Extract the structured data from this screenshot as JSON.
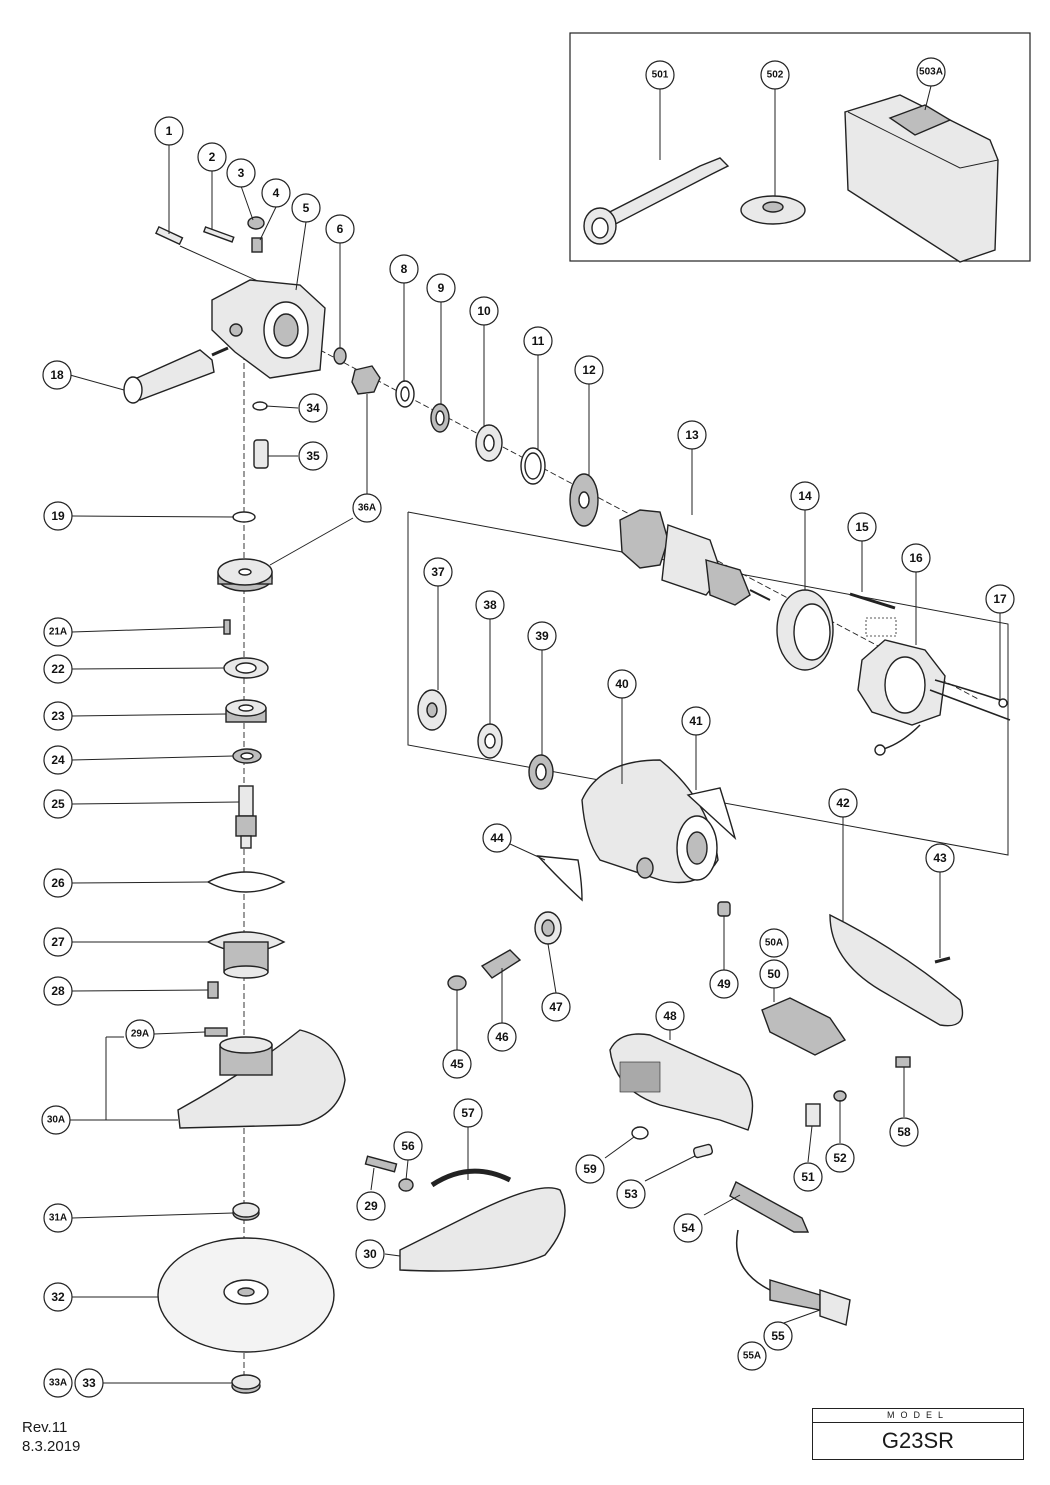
{
  "footer": {
    "revision": "Rev.11",
    "date": "8.3.2019"
  },
  "model_box": {
    "label": "MODEL",
    "value": "G23SR"
  },
  "callouts": {
    "c1": "1",
    "c2": "2",
    "c3": "3",
    "c4": "4",
    "c5": "5",
    "c6": "6",
    "c8": "8",
    "c9": "9",
    "c10": "10",
    "c11": "11",
    "c12": "12",
    "c13": "13",
    "c14": "14",
    "c15": "15",
    "c16": "16",
    "c17": "17",
    "c18": "18",
    "c19": "19",
    "c21A": "21A",
    "c22": "22",
    "c23": "23",
    "c24": "24",
    "c25": "25",
    "c26": "26",
    "c27": "27",
    "c28": "28",
    "c29A": "29A",
    "c29": "29",
    "c30A": "30A",
    "c30": "30",
    "c31A": "31A",
    "c32": "32",
    "c33A": "33A",
    "c33": "33",
    "c34": "34",
    "c35": "35",
    "c36A": "36A",
    "c37": "37",
    "c38": "38",
    "c39": "39",
    "c40": "40",
    "c41": "41",
    "c42": "42",
    "c43": "43",
    "c44": "44",
    "c45": "45",
    "c46": "46",
    "c47": "47",
    "c48": "48",
    "c49": "49",
    "c50A": "50A",
    "c50": "50",
    "c51": "51",
    "c52": "52",
    "c53": "53",
    "c54": "54",
    "c55": "55",
    "c55A": "55A",
    "c56": "56",
    "c57": "57",
    "c58": "58",
    "c59": "59",
    "c501": "501",
    "c502": "502",
    "c503A": "503A"
  }
}
